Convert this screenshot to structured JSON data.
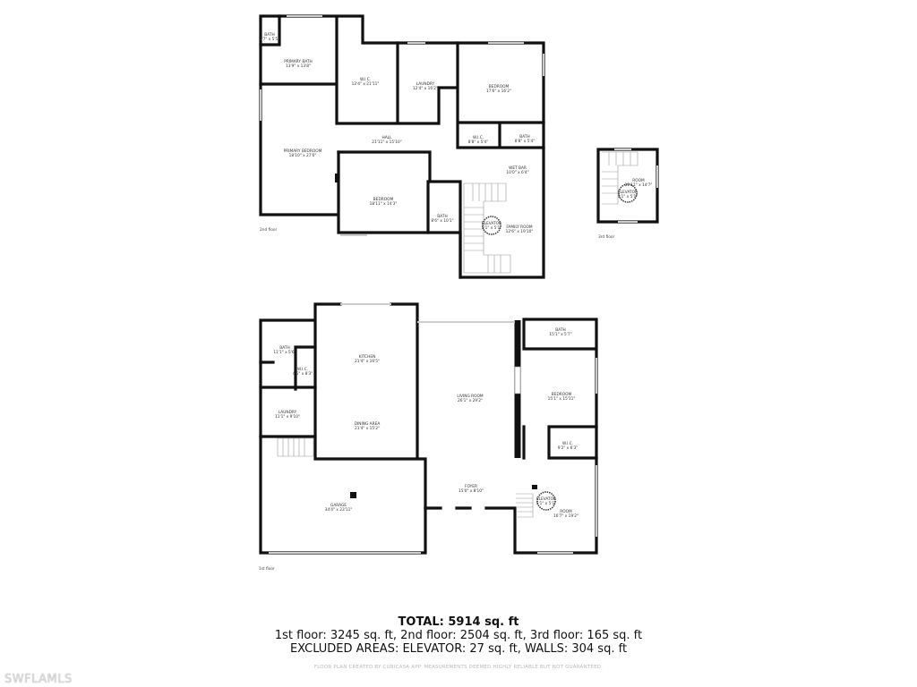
{
  "floors": {
    "second": {
      "label": "2nd floor",
      "rooms": [
        {
          "name": "BATH",
          "dims": "5'7\" x 5'5\""
        },
        {
          "name": "PRIMARY BATH",
          "dims": "13'9\" x 13'8\""
        },
        {
          "name": "W.I.C.",
          "dims": "12'4\" x 21'11\""
        },
        {
          "name": "LAUNDRY",
          "dims": "12'4\" x 16'2\""
        },
        {
          "name": "BEDROOM",
          "dims": "17'6\" x 16'2\""
        },
        {
          "name": "W.I.C.",
          "dims": "8'8\" x 5'4\""
        },
        {
          "name": "BATH",
          "dims": "8'8\" x 5'4\""
        },
        {
          "name": "HALL",
          "dims": "21'11\" x 15'10\""
        },
        {
          "name": "PRIMARY BEDROOM",
          "dims": "18'10\" x 27'0\""
        },
        {
          "name": "WET BAR",
          "dims": "10'0\" x 6'4\""
        },
        {
          "name": "BEDROOM",
          "dims": "18'11\" x 14'3\""
        },
        {
          "name": "BATH",
          "dims": "8'6\" x 10'1\""
        },
        {
          "name": "ELEVATOR",
          "dims": "5'1\" x 5'1\""
        },
        {
          "name": "FAMILY ROOM",
          "dims": "12'6\" x 19'10\""
        }
      ]
    },
    "third": {
      "label": "3rd floor",
      "rooms": [
        {
          "name": "ROOM",
          "dims": "11'11\" x 14'7\""
        },
        {
          "name": "ELEVATOR",
          "dims": "5'1\" x 5'1\""
        }
      ]
    },
    "first": {
      "label": "1st floor",
      "rooms": [
        {
          "name": "BATH",
          "dims": "11'1\" x 5'6\""
        },
        {
          "name": "W.I.C.",
          "dims": "4'5\" x 8'3\""
        },
        {
          "name": "KITCHEN",
          "dims": "21'4\" x 16'5\""
        },
        {
          "name": "LAUNDRY",
          "dims": "11'1\" x 9'10\""
        },
        {
          "name": "DINING AREA",
          "dims": "21'4\" x 15'2\""
        },
        {
          "name": "LIVING ROOM",
          "dims": "26'1\" x 29'2\""
        },
        {
          "name": "BATH",
          "dims": "15'1\" x 5'7\""
        },
        {
          "name": "BEDROOM",
          "dims": "15'1\" x 15'11\""
        },
        {
          "name": "W.I.C.",
          "dims": "9'2\" x 6'3\""
        },
        {
          "name": "FOYER",
          "dims": "15'0\" x 8'10\""
        },
        {
          "name": "GARAGE",
          "dims": "34'4\" x 23'11\""
        },
        {
          "name": "ELEVATOR",
          "dims": "5'1\" x 5'1\""
        },
        {
          "name": "ROOM",
          "dims": "16'7\" x 19'2\""
        }
      ]
    }
  },
  "summary": {
    "total": "TOTAL: 5914 sq. ft",
    "floors_line": "1st floor: 3245 sq. ft, 2nd floor: 2504 sq. ft, 3rd floor: 165 sq. ft",
    "excluded_line": "EXCLUDED AREAS: ELEVATOR: 27 sq. ft, WALLS: 304 sq. ft",
    "disclaimer": "FLOOR PLAN CREATED BY CUBICASA APP. MEASUREMENTS DEEMED HIGHLY RELIABLE BUT NOT GUARANTEED."
  },
  "watermark": "SWFLAMLS"
}
